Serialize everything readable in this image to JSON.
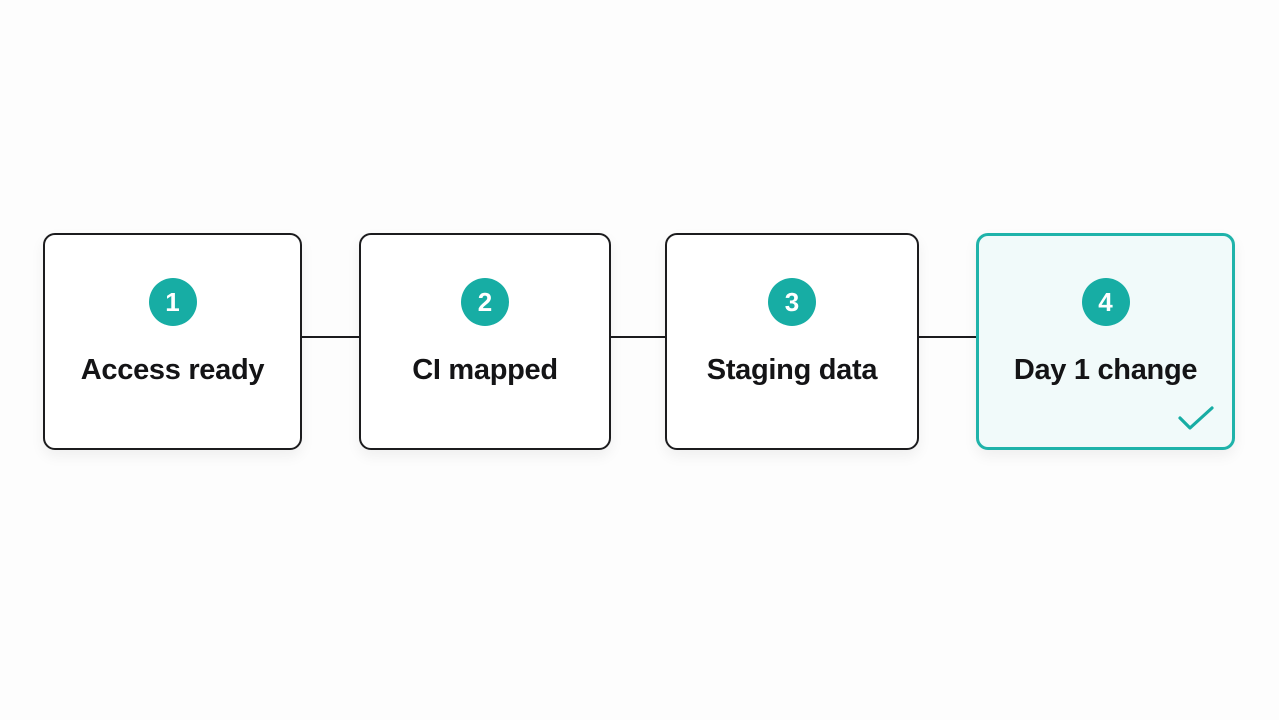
{
  "steps": [
    {
      "number": "1",
      "label": "Access ready",
      "completed": false
    },
    {
      "number": "2",
      "label": "CI mapped",
      "completed": false
    },
    {
      "number": "3",
      "label": "Staging data",
      "completed": false
    },
    {
      "number": "4",
      "label": "Day 1 change",
      "completed": true
    }
  ],
  "colors": {
    "accent": "#17ada4",
    "border": "#1c1c1e",
    "completed_border": "#1fb3aa",
    "completed_background": "#f1fafa"
  },
  "icons": {
    "completed": "checkmark-icon"
  }
}
